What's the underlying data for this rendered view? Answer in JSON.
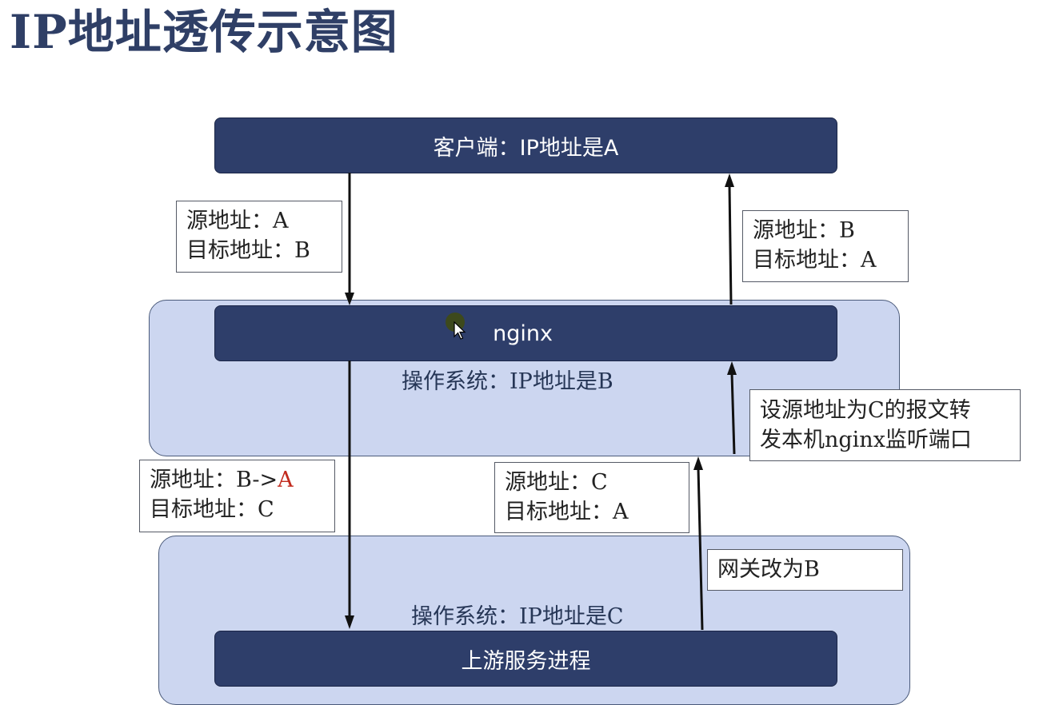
{
  "title": "IP地址透传示意图",
  "client": {
    "label": "客户端：IP地址是A"
  },
  "nginx": {
    "label": "nginx",
    "os_label": "操作系统：IP地址是B"
  },
  "upstream": {
    "label": "上游服务进程",
    "os_label": "操作系统：IP地址是C"
  },
  "notes": {
    "client_to_nginx": {
      "src": "源地址：A",
      "dst": "目标地址：B"
    },
    "nginx_to_client": {
      "src": "源地址：B",
      "dst": "目标地址：A"
    },
    "nginx_to_upstream": {
      "src_prefix": "源地址：B->",
      "src_highlight": "A",
      "dst": "目标地址：C"
    },
    "upstream_to_nginx": {
      "src": "源地址：C",
      "dst": "目标地址：A"
    },
    "forward_rule": {
      "line1": "设源地址为C的报文转",
      "line2": "发本机nginx监听端口"
    },
    "gateway": {
      "text": "网关改为B"
    }
  },
  "colors": {
    "bar": "#2e3e6a",
    "zone": "#ccd6f0",
    "title": "#2f3f66",
    "highlight": "#c22b1e"
  }
}
